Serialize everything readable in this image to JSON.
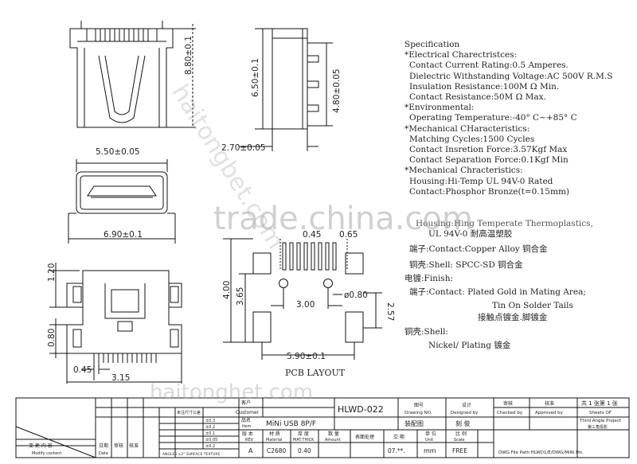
{
  "dims": {
    "top_width": "5.50±0.05",
    "top_height": "8.80±0.1",
    "side_height": "6.50±0.1",
    "side_width": "2.70±0.05",
    "side_inner": "4.80±0.05",
    "bottom_width": "6.90±0.1",
    "h_120": "1.20",
    "h_080": "0.80",
    "w_045": "0.45",
    "w_315": "3.15",
    "pcb_400": "4.00",
    "pcb_365": "3.65",
    "pcb_300": "3.00",
    "pcb_hole": "ø0.80",
    "pcb_257": "2.57",
    "pcb_590": "5.90±0.1",
    "pcb_045": "0.45",
    "pcb_065": "0.65"
  },
  "pcb_title": "PCB LAYOUT",
  "spec": {
    "title": "Specification",
    "electrical_hd": "*Electrical Charectristces:",
    "current": "Contact Current Rating:0.5 Amperes.",
    "dielectric": "Dielectric Withstanding Voltage:AC 500V R.M.S",
    "insulation": "Insulation Resistance:100M Ω  Min.",
    "resistance": "Contact Resistance:50M Ω Max.",
    "env_hd": "*Environmental:",
    "temp": "Operating Temperature:-40° C~+85° C",
    "mech_hd": "*Mechanical CHaracteristics:",
    "cycles": "Matching Cycles:1500 Cycles",
    "insertion": "Contact Insretion Force:3.57Kgf Max",
    "separation": "Contact Separation Force:0.1Kgf Min",
    "mech2_hd": "*Mechanical Chracteristics:",
    "housing": "Housing:Hi-Temp UL 94V-0 Rated",
    "contact_mat": "Contact:Phosphor Bronze(t=0.15mm)",
    "housing_cn": "Housing:Hing Temperate  Thermoplastics,",
    "ul": "UL 94V-0  耐高温塑胶",
    "terminal": "端子:Contact:Copper Alloy 铜合金",
    "shell": "铜壳:Shell: SPCC-SD   铜合金",
    "plating_hd": "电镀:Finish:",
    "gold": "端子:Contact: Plated Gold in Mating Area;",
    "tin": "Tin On Solder Tails",
    "cn_gold": "接触点镀金.脚镀金",
    "shell2": "铜壳:Shell:",
    "nickel": "Nickel/ Plating    镀金"
  },
  "watermarks": {
    "center": "trade.china.com",
    "diagonal": "haitongbet.com",
    "bottom": "haitonghet.com"
  },
  "title_block": {
    "part_no": "HLWD-022",
    "part_name_label": "品名",
    "item_label": "Item",
    "part_name": "MiNi USB 8P/F",
    "customer_cn": "客户",
    "customer_en": "Customer",
    "drawing_no_cn": "图号",
    "drawing_no_en": "Drawing NO.",
    "drawing": "装配图",
    "check_cn": "审核",
    "check_en": "Checked by",
    "approve_cn": "核准",
    "approve_en": "Approved by",
    "sheet": "共 1 张第 1 张",
    "sheets_en": "Sheets    OF",
    "third_angle": "Third Angle Project",
    "third_angle_cn": "第三角投影",
    "engraver_cn": "刻 俊",
    "designed_cn": "设计",
    "designed_en": "Designed by",
    "rev_cn": "版 本",
    "rev_en": "REV",
    "material_cn": "材 质",
    "material_en": "Material",
    "thick_cn": "厚 度",
    "thick_en": "MAT.THICK",
    "amount_cn": "数 量",
    "amount_en": "Amount",
    "surface_cn": "表面处理",
    "date_cn": "交 期",
    "unit_cn": "单 位",
    "unit_en": "Unit",
    "scale_cn": "比 例",
    "scale_en": "Scale",
    "rev_val": "A",
    "material_val": "C2680",
    "thick_val": "0.40",
    "date_val": "07.**.",
    "unit_val": "mm",
    "scale_val": "FREE",
    "path": "DWG File Path:HLWD1/E/DWG/MiNi Pin.",
    "modify_cn": "变 更 内 容",
    "modify_en": "Modify content",
    "tol_hd": "未注尺寸公差",
    "tol_1": "±0.3",
    "tol_2": "±0.2",
    "tol_3": "±0.1",
    "tol_4": "±0.05",
    "tol_5": "±0.2",
    "surface_texture": "ANGLES   ±2°  SURFACE TEXTURE",
    "date_lbl": "日期",
    "check_lbl": "审核",
    "approve_lbl": "核准",
    "date_lbl2": "Date"
  }
}
